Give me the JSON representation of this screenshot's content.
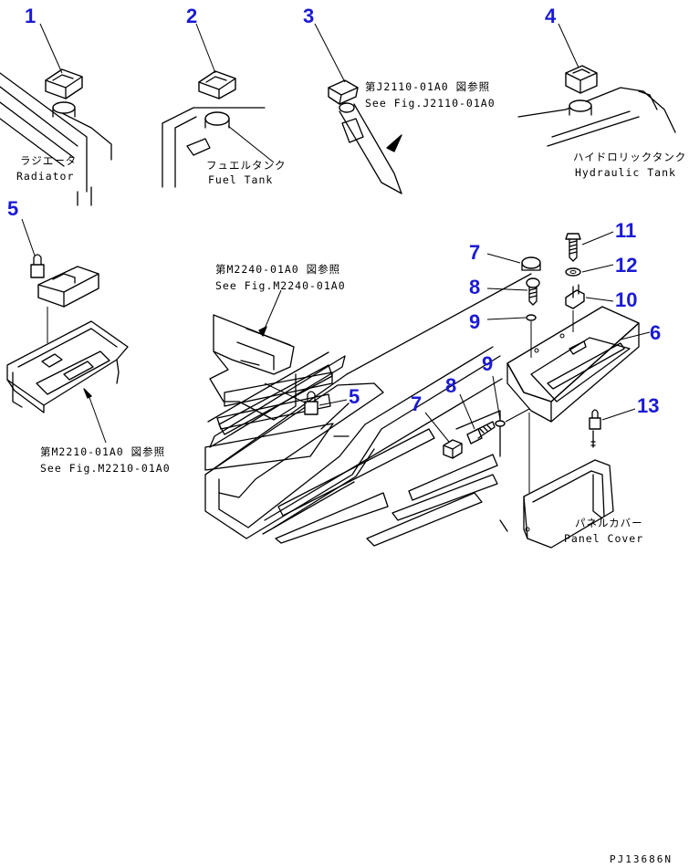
{
  "callouts": {
    "c1": "1",
    "c2": "2",
    "c3": "3",
    "c4": "4",
    "c5a": "5",
    "c5b": "5",
    "c6": "6",
    "c7a": "7",
    "c7b": "7",
    "c8a": "8",
    "c8b": "8",
    "c9a": "9",
    "c9b": "9",
    "c10": "10",
    "c11": "11",
    "c12": "12",
    "c13": "13"
  },
  "labels": {
    "radiator_jp": "ラジエータ",
    "radiator_en": "Radiator",
    "fuel_tank_jp": "フュエルタンク",
    "fuel_tank_en": "Fuel Tank",
    "hydraulic_tank_jp": "ハイドロリックタンク",
    "hydraulic_tank_en": "Hydraulic Tank",
    "panel_cover_jp": "パネルカバー",
    "panel_cover_en": "Panel Cover",
    "ref_j2110_jp": "第J2110-01A0 図参照",
    "ref_j2110_en": "See Fig.J2110-01A0",
    "ref_m2240_jp": "第M2240-01A0 図参照",
    "ref_m2240_en": "See Fig.M2240-01A0",
    "ref_m2210_jp": "第M2210-01A0 図参照",
    "ref_m2210_en": "See Fig.M2210-01A0"
  },
  "drawing_code": "PJ13686N",
  "colors": {
    "callout": "#1a1ad6",
    "line": "#000000",
    "background": "#ffffff"
  }
}
